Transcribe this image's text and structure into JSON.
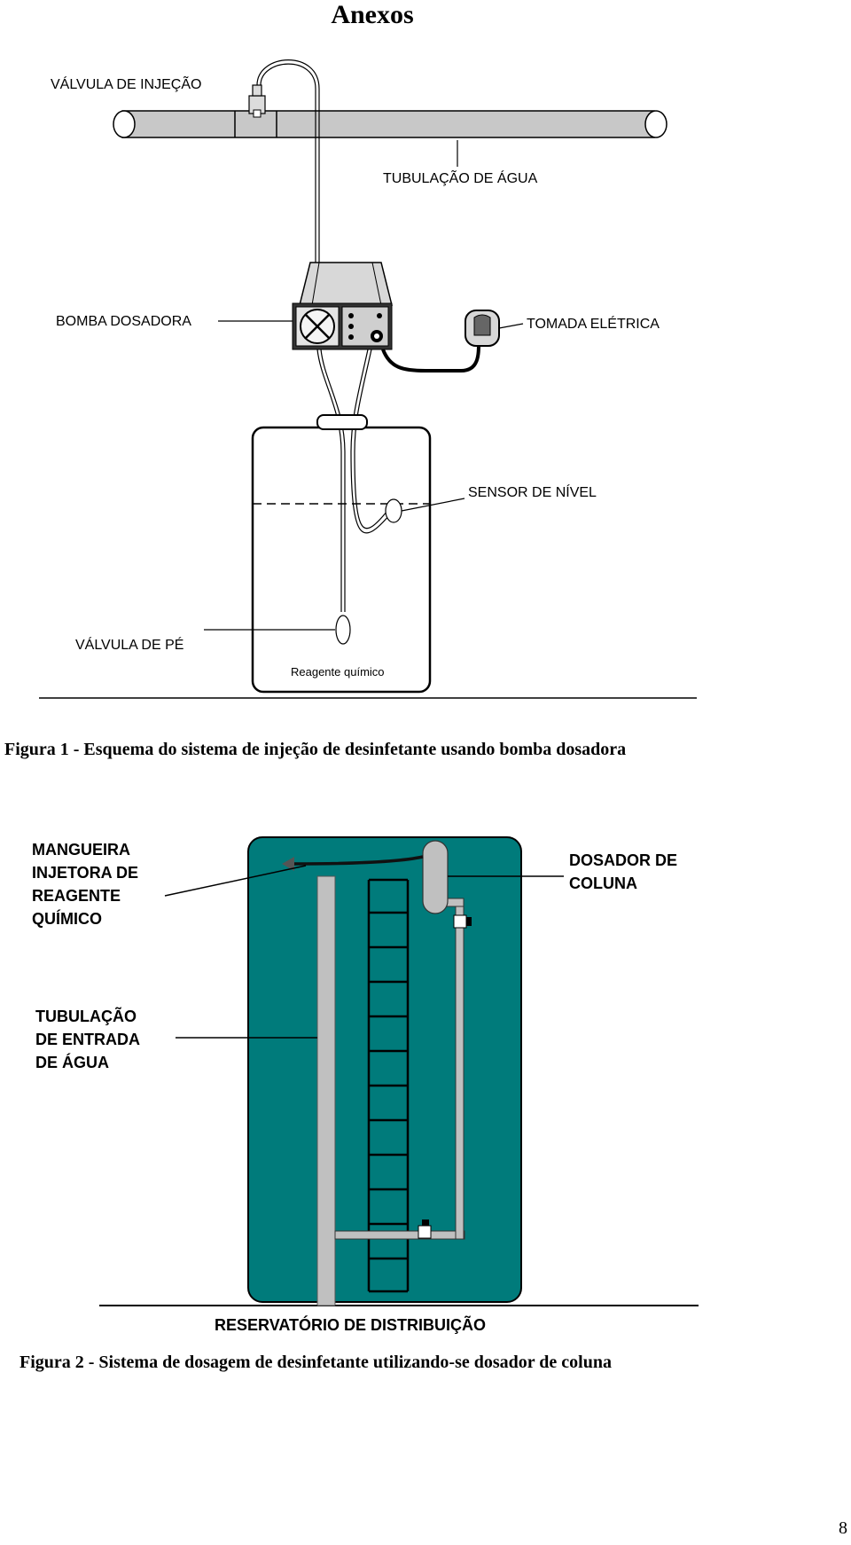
{
  "page": {
    "title": "Anexos",
    "page_number": "8"
  },
  "figure1": {
    "caption": "Figura 1 - Esquema do sistema de injeção de desinfetante usando bomba dosadora",
    "labels": {
      "injection_valve": "VÁLVULA DE INJEÇÃO",
      "water_pipe": "TUBULAÇÃO DE ÁGUA",
      "dosing_pump": "BOMBA DOSADORA",
      "electric_outlet": "TOMADA ELÉTRICA",
      "level_sensor": "SENSOR DE NÍVEL",
      "foot_valve": "VÁLVULA DE PÉ",
      "chemical_reagent": "Reagente químico"
    }
  },
  "figure2": {
    "caption": "Figura 2 - Sistema de dosagem de desinfetante utilizando-se dosador de coluna",
    "labels": {
      "injector_hose": [
        "MANGUEIRA",
        "INJETORA DE",
        "REAGENTE",
        "QUÍMICO"
      ],
      "column_doser": [
        "DOSADOR DE",
        "COLUNA"
      ],
      "inlet_pipe": [
        "TUBULAÇÃO",
        "DE ENTRADA",
        "DE ÁGUA"
      ],
      "reservoir": "RESERVATÓRIO DE DISTRIBUIÇÃO"
    },
    "colors": {
      "reservoir_fill": "#007B7B",
      "pipe_fill": "#C0C0C0"
    }
  }
}
